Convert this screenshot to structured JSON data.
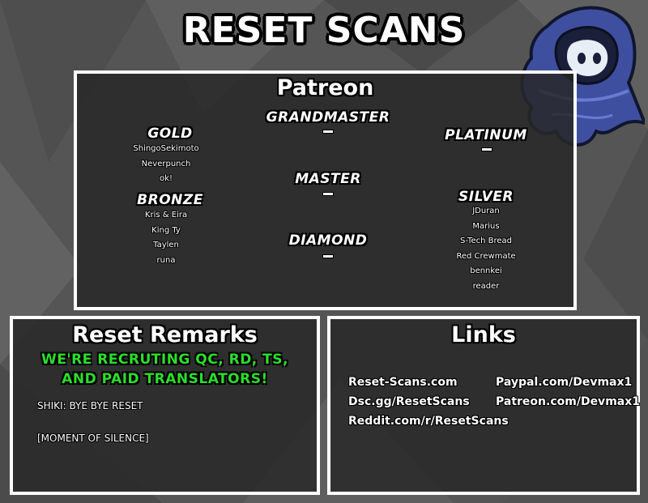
{
  "site_title": "RESET SCANS",
  "patreon": {
    "title": "Patreon",
    "tiers": {
      "grandmaster": {
        "label": "GRANDMASTER",
        "names": []
      },
      "gold": {
        "label": "GOLD",
        "names": [
          "ShingoSekimoto",
          "Neverpunch",
          "ok!"
        ]
      },
      "platinum": {
        "label": "PLATINUM",
        "names": []
      },
      "master": {
        "label": "MASTER",
        "names": []
      },
      "bronze": {
        "label": "BRONZE",
        "names": [
          "Kris & Eira",
          "King Ty",
          "Taylen",
          "runa"
        ]
      },
      "silver": {
        "label": "SILVER",
        "names": [
          "JDuran",
          "Marius",
          "S-Tech Bread",
          "Red Crewmate",
          "bennkei",
          "reader"
        ]
      },
      "diamond": {
        "label": "DIAMOND",
        "names": []
      }
    }
  },
  "remarks": {
    "title": "Reset Remarks",
    "recruit_line1": "WE'RE RECRUTING QC, RD, TS,",
    "recruit_line2": "AND PAID TRANSLATORS!",
    "line1": "SHIKI: BYE BYE RESET",
    "line2": "[MOMENT OF SILENCE]"
  },
  "links": {
    "title": "Links",
    "left": [
      "Reset-Scans.com",
      "Dsc.gg/ResetScans",
      "Reddit.com/r/ResetScans"
    ],
    "right": [
      "Paypal.com/Devmax1",
      "Patreon.com/Devmax1"
    ]
  },
  "colors": {
    "background": "#5a5a5a",
    "panel_border": "#ffffff",
    "recruit_green": "#2bde2b",
    "mascot_cloak": "#3f4fa0"
  },
  "icons": {
    "mascot": "hooded-mascot-icon"
  }
}
